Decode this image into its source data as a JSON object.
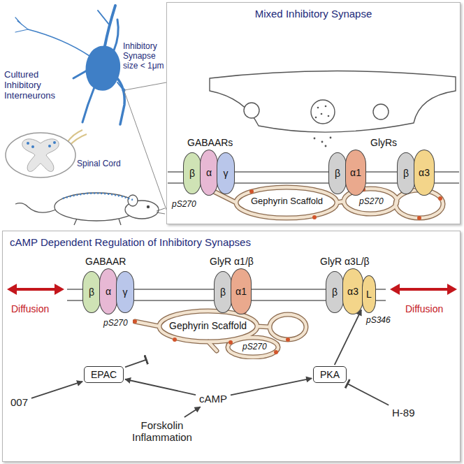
{
  "diagram": {
    "nodes": [
      {
        "text": [
          "Mixed Inhibitory Synapse"
        ]
      },
      {
        "text": [
          "β"
        ],
        "in": 0
      },
      {
        "text": [
          "α"
        ],
        "in": 0
      },
      {
        "text": [
          "γ"
        ],
        "in": 0
      },
      {
        "text": [
          "β"
        ],
        "in": 0
      },
      {
        "text": [
          "α1"
        ],
        "in": 0
      },
      {
        "text": [
          "β"
        ],
        "in": 0
      },
      {
        "text": [
          "α3"
        ],
        "in": 0
      },
      {
        "text": [
          "Gephyrin Scaffold"
        ],
        "in": 0
      },
      {
        "text": [
          "cAMP Dependent Regulation of Inhibitory Synapses"
        ]
      },
      {
        "text": [
          "β"
        ],
        "in": 9
      },
      {
        "text": [
          "α"
        ],
        "in": 9
      },
      {
        "text": [
          "γ"
        ],
        "in": 9
      },
      {
        "text": [
          "β"
        ],
        "in": 9
      },
      {
        "text": [
          "α1"
        ],
        "in": 9
      },
      {
        "text": [
          "β"
        ],
        "in": 9
      },
      {
        "text": [
          "α3"
        ],
        "in": 9
      },
      {
        "text": [
          "L"
        ],
        "in": 9
      },
      {
        "text": [
          "Gephyrin Scaffold"
        ],
        "in": 9
      },
      {
        "text": [
          "EPAC"
        ],
        "in": 9
      },
      {
        "text": [
          "PKA"
        ],
        "in": 9
      },
      {
        "text": [
          "007"
        ],
        "in": 9
      },
      {
        "text": [
          "cAMP"
        ],
        "in": 9
      },
      {
        "text": [
          "H-89"
        ],
        "in": 9
      },
      {
        "text": [
          "Forskolin Inflammation"
        ],
        "in": 9
      }
    ],
    "edges": [
      {
        "from": 21,
        "to": 19,
        "arrow": "to"
      },
      {
        "from": 22,
        "to": 19,
        "arrow": "to"
      },
      {
        "from": 22,
        "to": 20,
        "arrow": "to"
      },
      {
        "from": 23,
        "to": 20,
        "arrow": "to"
      },
      {
        "from": 24,
        "to": 22,
        "arrow": "to"
      },
      {
        "from": 19,
        "to": 18,
        "arrow": "to"
      },
      {
        "from": 20,
        "to": 17,
        "arrow": "to"
      }
    ],
    "labels": [
      "Cultured Inhibitory Interneurons",
      "Inhibitory Synapse size < 1μm",
      "Spinal Cord",
      "GABAARs",
      "GlyRs",
      "pS270",
      "pS270",
      "GABAAR",
      "GlyR α1/β",
      "GlyR α3L/β",
      "Diffusion",
      "Diffusion",
      "pS270",
      "pS270",
      "pS346"
    ]
  }
}
